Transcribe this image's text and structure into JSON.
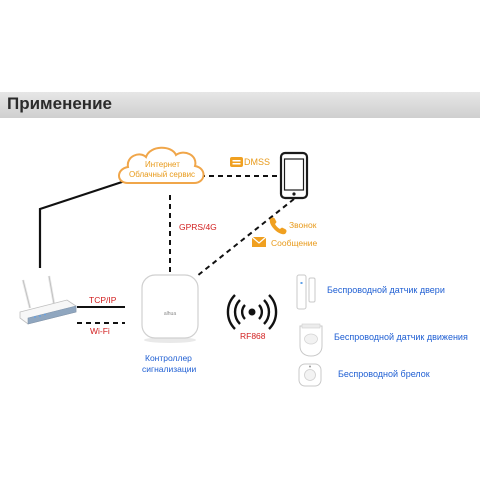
{
  "title": "Применение",
  "cloud": {
    "line1": "Интернет",
    "line2": "Облачный сервис"
  },
  "links": {
    "dmss": "DMSS",
    "gprs": "GPRS/4G",
    "call": "Звонок",
    "message": "Сообщение",
    "tcpip": "TCP/IP",
    "wifi": "Wi-Fi",
    "rf": "RF868"
  },
  "controller": {
    "line1": "Контроллер",
    "line2": "сигнализации"
  },
  "devices": [
    {
      "label": "Беспроводной датчик двери"
    },
    {
      "label": "Беспроводной датчик движения"
    },
    {
      "label": "Беспроводной брелок"
    }
  ],
  "colors": {
    "label_blue": "#1f5fd3",
    "label_red": "#d22020",
    "label_orange": "#e89a1a",
    "cloud_outline": "#f0a64a"
  }
}
